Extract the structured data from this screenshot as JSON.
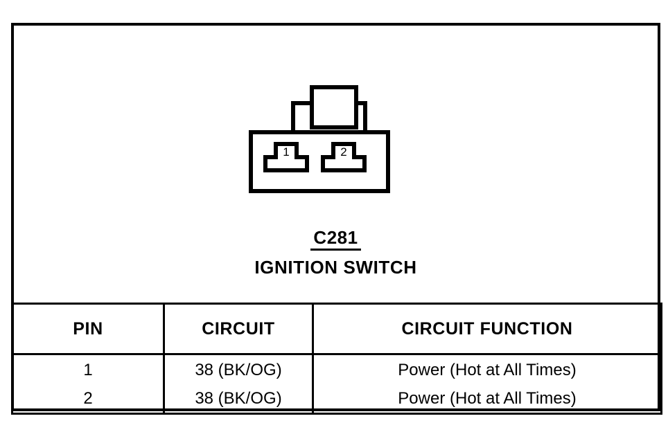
{
  "connector": {
    "id": "C281",
    "name": "IGNITION SWITCH",
    "pin_labels": [
      "1",
      "2"
    ],
    "shape": "two-cavity rectangular connector with keyed top tab"
  },
  "table": {
    "headers": [
      "PIN",
      "CIRCUIT",
      "CIRCUIT FUNCTION"
    ],
    "rows": [
      {
        "pin": "1",
        "circuit": "38 (BK/OG)",
        "function": "Power (Hot at All Times)"
      },
      {
        "pin": "2",
        "circuit": "38 (BK/OG)",
        "function": "Power (Hot at All Times)"
      }
    ]
  },
  "colors": {
    "ink": "#000000",
    "paper": "#ffffff"
  }
}
